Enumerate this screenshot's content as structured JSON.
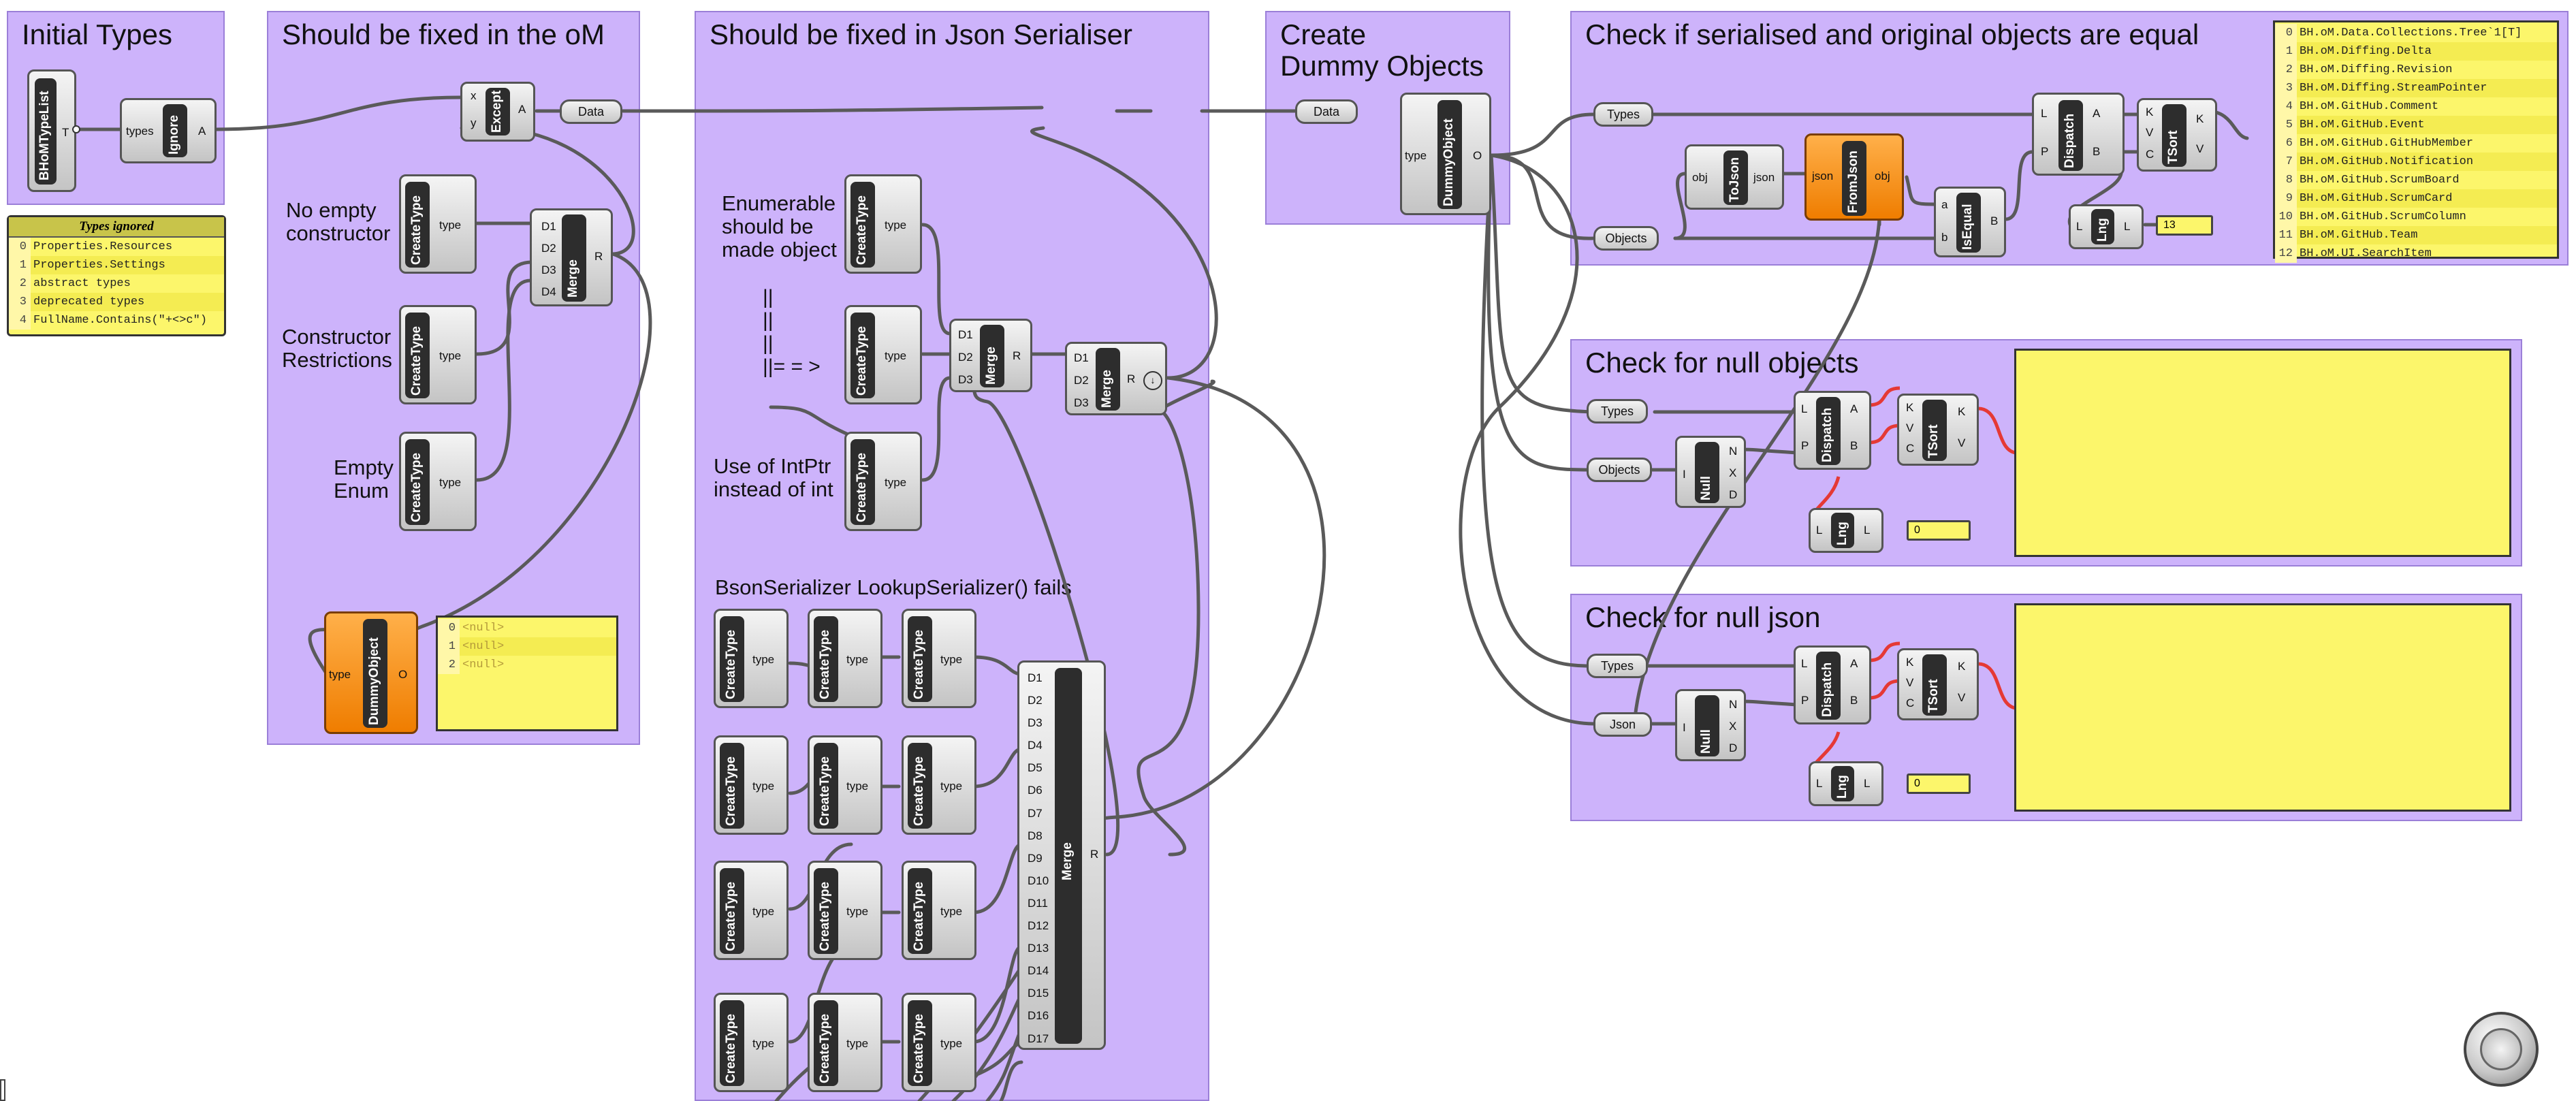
{
  "groups": [
    {
      "title": "Initial Types"
    },
    {
      "title": "Should be fixed in the oM"
    },
    {
      "title": "Should be fixed in Json Serialiser"
    },
    {
      "title": "Create\nDummy Objects"
    },
    {
      "title": "Check if serialised and original objects are equal"
    },
    {
      "title": "Check for null objects"
    },
    {
      "title": "Check for null json"
    }
  ],
  "notes": {
    "no_empty_constructor": "No empty\nconstructor",
    "constructor_restrictions": "Constructor\nRestrictions",
    "empty_enum": "Empty\nEnum",
    "enumerable_object": "Enumerable\nshould be\nmade object",
    "arrow": "||\n||\n||\n||= = >",
    "intptr": "Use of IntPtr\ninstead of int",
    "bson": "BsonSerializer LookupSerializer() fails"
  },
  "components": {
    "bhom_type_list": {
      "name": "BHoMTypeList",
      "out": "T"
    },
    "ignore": {
      "name": "Ignore",
      "in": "types",
      "out": "A"
    },
    "except": {
      "name": "Except",
      "in_x": "x",
      "in_y": "y",
      "out": "A"
    },
    "createtype": {
      "name": "CreateType",
      "out": "type"
    },
    "merge": {
      "name": "Merge",
      "out": "R"
    },
    "dummy_object": {
      "name": "DummyObject",
      "in": "type",
      "out": "O"
    },
    "tojson": {
      "name": "ToJson",
      "in": "obj",
      "out": "json"
    },
    "fromjson": {
      "name": "FromJson",
      "in": "json",
      "out": "obj"
    },
    "isequal": {
      "name": "IsEqual",
      "in_a": "a",
      "in_b": "b",
      "out": "B"
    },
    "dispatch": {
      "name": "Dispatch",
      "in_l": "L",
      "in_p": "P",
      "out_a": "A",
      "out_b": "B"
    },
    "tsort": {
      "name": "TSort",
      "in_k": "K",
      "in_v": "V",
      "in_c": "C",
      "out_k": "K",
      "out_v": "V"
    },
    "lng": {
      "name": "Lng",
      "in": "L",
      "out": "L"
    },
    "null": {
      "name": "Null",
      "in": "I",
      "out_n": "N",
      "out_x": "X",
      "out_d": "D"
    }
  },
  "merge_inputs_4": [
    "D1",
    "D2",
    "D3",
    "D4"
  ],
  "merge_inputs_3": [
    "D1",
    "D2",
    "D3"
  ],
  "merge_inputs_17": [
    "D1",
    "D2",
    "D3",
    "D4",
    "D5",
    "D6",
    "D7",
    "D8",
    "D9",
    "D10",
    "D11",
    "D12",
    "D13",
    "D14",
    "D15",
    "D16",
    "D17"
  ],
  "params": {
    "data": "Data",
    "types": "Types",
    "objects": "Objects",
    "json": "Json"
  },
  "types_ignored_panel": {
    "title": "Types ignored",
    "rows": [
      {
        "i": "0",
        "v": "Properties.Resources"
      },
      {
        "i": "1",
        "v": "Properties.Settings"
      },
      {
        "i": "2",
        "v": "abstract types"
      },
      {
        "i": "3",
        "v": "deprecated types"
      },
      {
        "i": "4",
        "v": "FullName.Contains(\"+<>c\")"
      }
    ]
  },
  "null_panel": {
    "rows": [
      {
        "i": "0",
        "v": "<null>"
      },
      {
        "i": "1",
        "v": "<null>"
      },
      {
        "i": "2",
        "v": "<null>"
      }
    ]
  },
  "result_panel": {
    "rows": [
      {
        "i": "0",
        "v": "BH.oM.Data.Collections.Tree`1[T]"
      },
      {
        "i": "1",
        "v": "BH.oM.Diffing.Delta"
      },
      {
        "i": "2",
        "v": "BH.oM.Diffing.Revision"
      },
      {
        "i": "3",
        "v": "BH.oM.Diffing.StreamPointer"
      },
      {
        "i": "4",
        "v": "BH.oM.GitHub.Comment"
      },
      {
        "i": "5",
        "v": "BH.oM.GitHub.Event"
      },
      {
        "i": "6",
        "v": "BH.oM.GitHub.GitHubMember"
      },
      {
        "i": "7",
        "v": "BH.oM.GitHub.Notification"
      },
      {
        "i": "8",
        "v": "BH.oM.GitHub.ScrumBoard"
      },
      {
        "i": "9",
        "v": "BH.oM.GitHub.ScrumCard"
      },
      {
        "i": "10",
        "v": "BH.oM.GitHub.ScrumColumn"
      },
      {
        "i": "11",
        "v": "BH.oM.GitHub.Team"
      },
      {
        "i": "12",
        "v": "BH.oM.UI.SearchItem"
      }
    ]
  },
  "counts": {
    "equal_check": "13",
    "null_objects": "0",
    "null_json": "0"
  },
  "colors": {
    "group_fill": "#cdb3fb",
    "panel_fill": "#fcf66b",
    "highlight": "#ef7d00",
    "wire": "#555555",
    "wire_red": "#e53935"
  }
}
